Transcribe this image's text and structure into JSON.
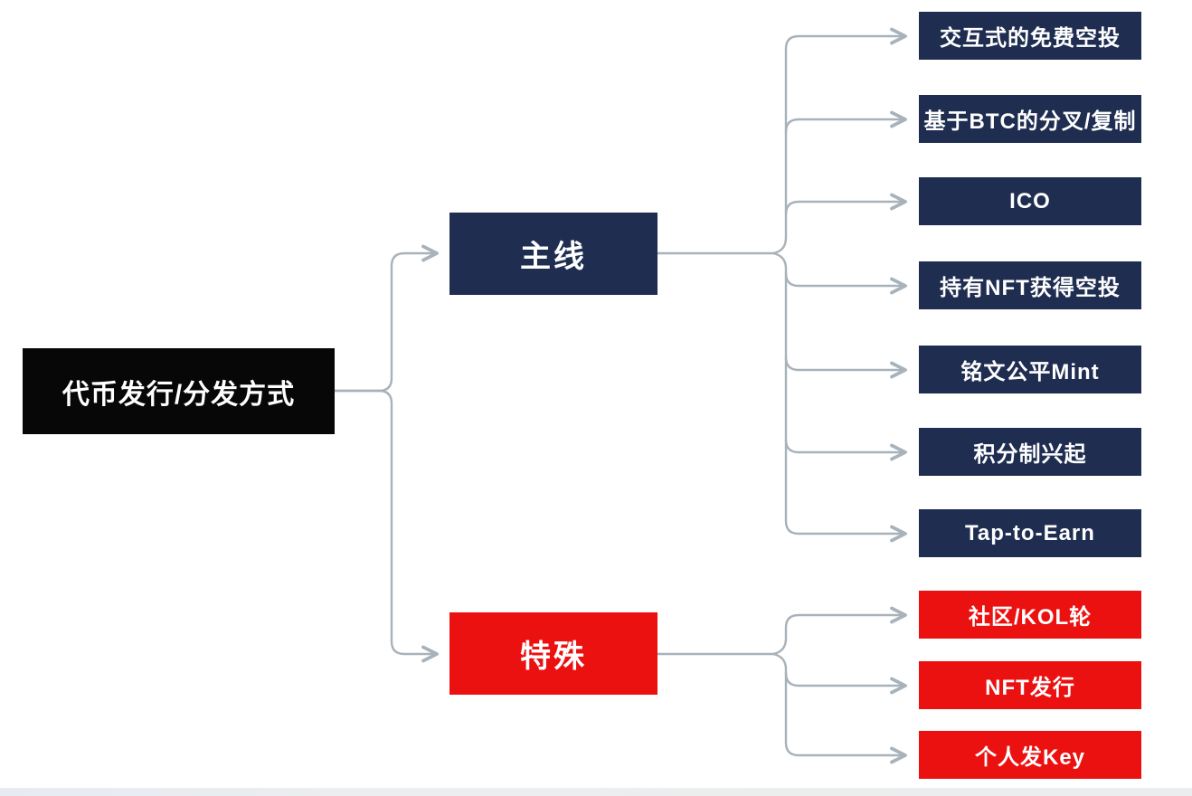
{
  "diagram": {
    "title": "token issuance mind map",
    "root": {
      "label": "代币发行/分发方式"
    },
    "branches": [
      {
        "label": "主线",
        "color": "#1f2d51",
        "children": [
          "交互式的免费空投",
          "基于BTC的分叉/复制",
          "ICO",
          "持有NFT获得空投",
          "铭文公平Mint",
          "积分制兴起",
          "Tap-to-Earn"
        ]
      },
      {
        "label": "特殊",
        "color": "#ec1111",
        "children": [
          "社区/KOL轮",
          "NFT发行",
          "个人发Key"
        ]
      }
    ],
    "colors": {
      "root_bg": "#070707",
      "main_bg": "#1f2d51",
      "special_bg": "#ec1111",
      "text": "#ffffff",
      "connector": "#a8b2ba",
      "background": "#ffffff"
    }
  }
}
